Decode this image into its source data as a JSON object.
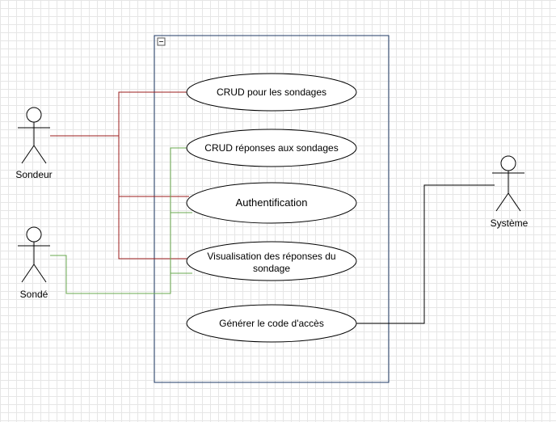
{
  "colors": {
    "boundary": "#1f3a64",
    "sondeur_link": "#9b1c1c",
    "sonde_link": "#6aa84f",
    "systeme_link": "#000000"
  },
  "actors": {
    "sondeur": "Sondeur",
    "sonde": "Sondé",
    "systeme": "Système"
  },
  "use_cases": {
    "crud_sondages": "CRUD pour les sondages",
    "crud_reponses": "CRUD réponses aux sondages",
    "authentification": "Authentification",
    "visualisation_line1": "Visualisation des réponses du",
    "visualisation_line2": "sondage",
    "generer_code": "Générer le code d'accès"
  },
  "boundary": {
    "collapse_icon": "minus-box-icon"
  }
}
